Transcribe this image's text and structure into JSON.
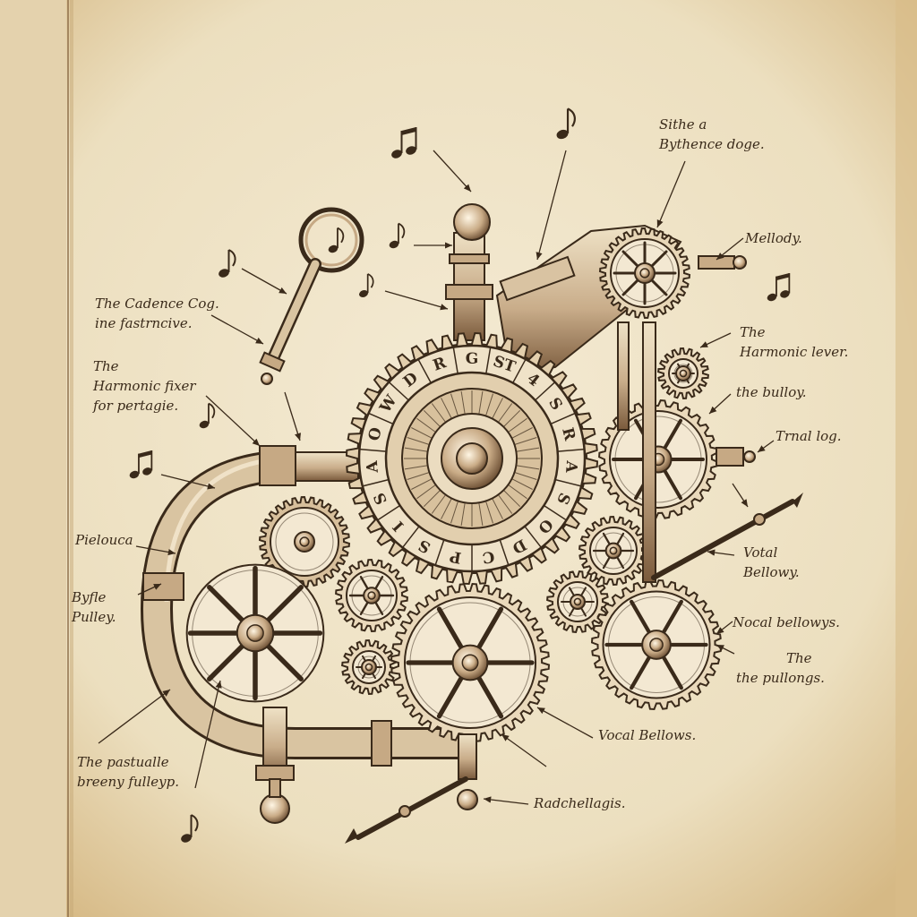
{
  "palette": {
    "paper": "#f1e6cc",
    "paper_edge": "#d9bf8c",
    "ink": "#3a2a1a",
    "metal_light": "#e7d7b9",
    "metal_mid": "#c4a785",
    "metal_dark": "#6b4e33"
  },
  "wheel_glyphs": [
    "G",
    "ST",
    "4",
    "S",
    "R",
    "A",
    "S",
    "O",
    "D",
    "C",
    "P",
    "S",
    "I",
    "S",
    "A",
    "O",
    "W",
    "D",
    "R"
  ],
  "labels": {
    "top_right": {
      "line1": "Sithe a",
      "line2": "Bythence doge."
    },
    "melody": {
      "line1": "Mellody."
    },
    "cadence_cog": {
      "line1": "The Cadence Cog.",
      "line2": "ine fastrncive."
    },
    "harmonic_fixer": {
      "line1": "The",
      "line2": "Harmonic fixer",
      "line3": "for pertagie."
    },
    "harmonic_lever": {
      "line1": "The",
      "line2": "Harmonic lever."
    },
    "bulloy": {
      "line1": "the bulloy."
    },
    "trnal_log": {
      "line1": "Trnal log."
    },
    "votal_bellows": {
      "line1": "Votal",
      "line2": "Bellowy."
    },
    "pieloucа_fix": "",
    "pieloucа": {
      "line1": "Pielouca"
    },
    "byfle_pulley": {
      "line1": "Byfle",
      "line2": "Pulley."
    },
    "nocal_bellows": {
      "line1": "Nocal bellowys."
    },
    "the_pullongs": {
      "line1": "The",
      "line2": "the pullongs."
    },
    "vocal_bellows": {
      "line1": "Vocal Bellows."
    },
    "pastualle": {
      "line1": "The pastualle",
      "line2": "breeny fulleyp."
    },
    "radchellagis": {
      "line1": "Radchellagis."
    }
  }
}
